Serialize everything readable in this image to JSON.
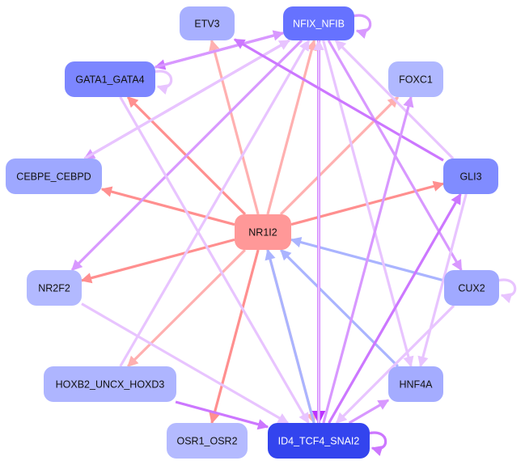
{
  "graph": {
    "title": "Gene regulatory network",
    "colors": {
      "edge_red": "#ff8f8f",
      "edge_red_light": "#ffb0b0",
      "edge_purple": "#cc77ff",
      "edge_purple_mid": "#d898ff",
      "edge_purple_light": "#e8c4ff",
      "edge_purple_strong": "#bb33ff",
      "edge_blue": "#aab4ff"
    },
    "nodes": [
      {
        "id": "ETV3",
        "label": "ETV3",
        "fill": "#a8b0ff",
        "text": "#111111"
      },
      {
        "id": "NFIX_NFIB",
        "label": "NFIX_NFIB",
        "fill": "#6672ff",
        "text": "#ffffff"
      },
      {
        "id": "GATA1_GATA4",
        "label": "GATA1_GATA4",
        "fill": "#7c86ff",
        "text": "#111111"
      },
      {
        "id": "FOXC1",
        "label": "FOXC1",
        "fill": "#b0b8ff",
        "text": "#111111"
      },
      {
        "id": "CEBPE_CEBPD",
        "label": "CEBPE_CEBPD",
        "fill": "#9ea8ff",
        "text": "#111111"
      },
      {
        "id": "GLI3",
        "label": "GLI3",
        "fill": "#808cff",
        "text": "#111111"
      },
      {
        "id": "NR1I2",
        "label": "NR1I2",
        "fill": "#ff9898",
        "text": "#111111"
      },
      {
        "id": "NR2F2",
        "label": "NR2F2",
        "fill": "#b2b9ff",
        "text": "#111111"
      },
      {
        "id": "CUX2",
        "label": "CUX2",
        "fill": "#a0a9ff",
        "text": "#111111"
      },
      {
        "id": "HOXB2_UNCX_HOXD3",
        "label": "HOXB2_UNCX_HOXD3",
        "fill": "#aeb5ff",
        "text": "#111111"
      },
      {
        "id": "HNF4A",
        "label": "HNF4A",
        "fill": "#a4acff",
        "text": "#111111"
      },
      {
        "id": "OSR1_OSR2",
        "label": "OSR1_OSR2",
        "fill": "#b4baff",
        "text": "#111111"
      },
      {
        "id": "ID4_TCF4_SNAI2",
        "label": "ID4_TCF4_SNAI2",
        "fill": "#3344ee",
        "text": "#ffffff"
      }
    ],
    "edges": [
      {
        "from": "NR1I2",
        "to": "ETV3",
        "color": "edge_red_light"
      },
      {
        "from": "NR1I2",
        "to": "NFIX_NFIB",
        "color": "edge_red_light"
      },
      {
        "from": "NR1I2",
        "to": "GATA1_GATA4",
        "color": "edge_red"
      },
      {
        "from": "NR1I2",
        "to": "FOXC1",
        "color": "edge_red_light"
      },
      {
        "from": "NR1I2",
        "to": "CEBPE_CEBPD",
        "color": "edge_red"
      },
      {
        "from": "NR1I2",
        "to": "GLI3",
        "color": "edge_red"
      },
      {
        "from": "NR1I2",
        "to": "NR2F2",
        "color": "edge_red"
      },
      {
        "from": "NR1I2",
        "to": "HOXB2_UNCX_HOXD3",
        "color": "edge_red_light"
      },
      {
        "from": "NR1I2",
        "to": "OSR1_OSR2",
        "color": "edge_red"
      },
      {
        "from": "NR1I2",
        "to": "ID4_TCF4_SNAI2",
        "color": "edge_red_light"
      },
      {
        "from": "CUX2",
        "to": "NR1I2",
        "color": "edge_blue"
      },
      {
        "from": "HNF4A",
        "to": "NR1I2",
        "color": "edge_blue"
      },
      {
        "from": "ID4_TCF4_SNAI2",
        "to": "NR1I2",
        "color": "edge_blue"
      },
      {
        "from": "NFIX_NFIB",
        "to": "GATA1_GATA4",
        "color": "edge_purple"
      },
      {
        "from": "NFIX_NFIB",
        "to": "CEBPE_CEBPD",
        "color": "edge_purple_mid"
      },
      {
        "from": "NFIX_NFIB",
        "to": "NR2F2",
        "color": "edge_purple_mid"
      },
      {
        "from": "NFIX_NFIB",
        "to": "ID4_TCF4_SNAI2",
        "color": "edge_purple_strong"
      },
      {
        "from": "NFIX_NFIB",
        "to": "CUX2",
        "color": "edge_purple_mid"
      },
      {
        "from": "NFIX_NFIB",
        "to": "HNF4A",
        "color": "edge_purple_light"
      },
      {
        "from": "GATA1_GATA4",
        "to": "NFIX_NFIB",
        "color": "edge_purple_mid"
      },
      {
        "from": "CEBPE_CEBPD",
        "to": "NFIX_NFIB",
        "color": "edge_purple_light"
      },
      {
        "from": "HOXB2_UNCX_HOXD3",
        "to": "NFIX_NFIB",
        "color": "edge_purple_light"
      },
      {
        "from": "GLI3",
        "to": "NFIX_NFIB",
        "color": "edge_purple_light"
      },
      {
        "from": "ID4_TCF4_SNAI2",
        "to": "NFIX_NFIB",
        "color": "edge_purple_light"
      },
      {
        "from": "GLI3",
        "to": "ETV3",
        "color": "edge_purple"
      },
      {
        "from": "GATA1_GATA4",
        "to": "ID4_TCF4_SNAI2",
        "color": "edge_purple_light"
      },
      {
        "from": "ID4_TCF4_SNAI2",
        "to": "FOXC1",
        "color": "edge_purple_mid"
      },
      {
        "from": "ID4_TCF4_SNAI2",
        "to": "GLI3",
        "color": "edge_purple"
      },
      {
        "from": "GLI3",
        "to": "HNF4A",
        "color": "edge_purple_light"
      },
      {
        "from": "CUX2",
        "to": "ID4_TCF4_SNAI2",
        "color": "edge_purple_light"
      },
      {
        "from": "NR2F2",
        "to": "ID4_TCF4_SNAI2",
        "color": "edge_purple_light"
      },
      {
        "from": "HOXB2_UNCX_HOXD3",
        "to": "ID4_TCF4_SNAI2",
        "color": "edge_purple"
      },
      {
        "from": "ID4_TCF4_SNAI2",
        "to": "HNF4A",
        "color": "edge_purple_mid"
      }
    ],
    "self_loops": [
      {
        "node": "NFIX_NFIB",
        "color": "edge_purple_mid"
      },
      {
        "node": "GATA1_GATA4",
        "color": "edge_purple_light"
      },
      {
        "node": "CUX2",
        "color": "edge_purple_light"
      },
      {
        "node": "ID4_TCF4_SNAI2",
        "color": "edge_purple"
      }
    ]
  }
}
